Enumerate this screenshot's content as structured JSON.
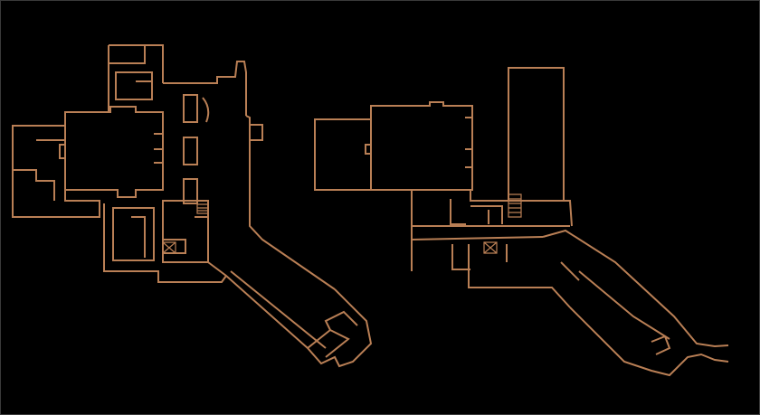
{
  "drawing": {
    "type": "architectural floor plan",
    "background_color": "#000000",
    "line_color": "#b97f55",
    "buildings": [
      "left-building",
      "right-building"
    ]
  }
}
